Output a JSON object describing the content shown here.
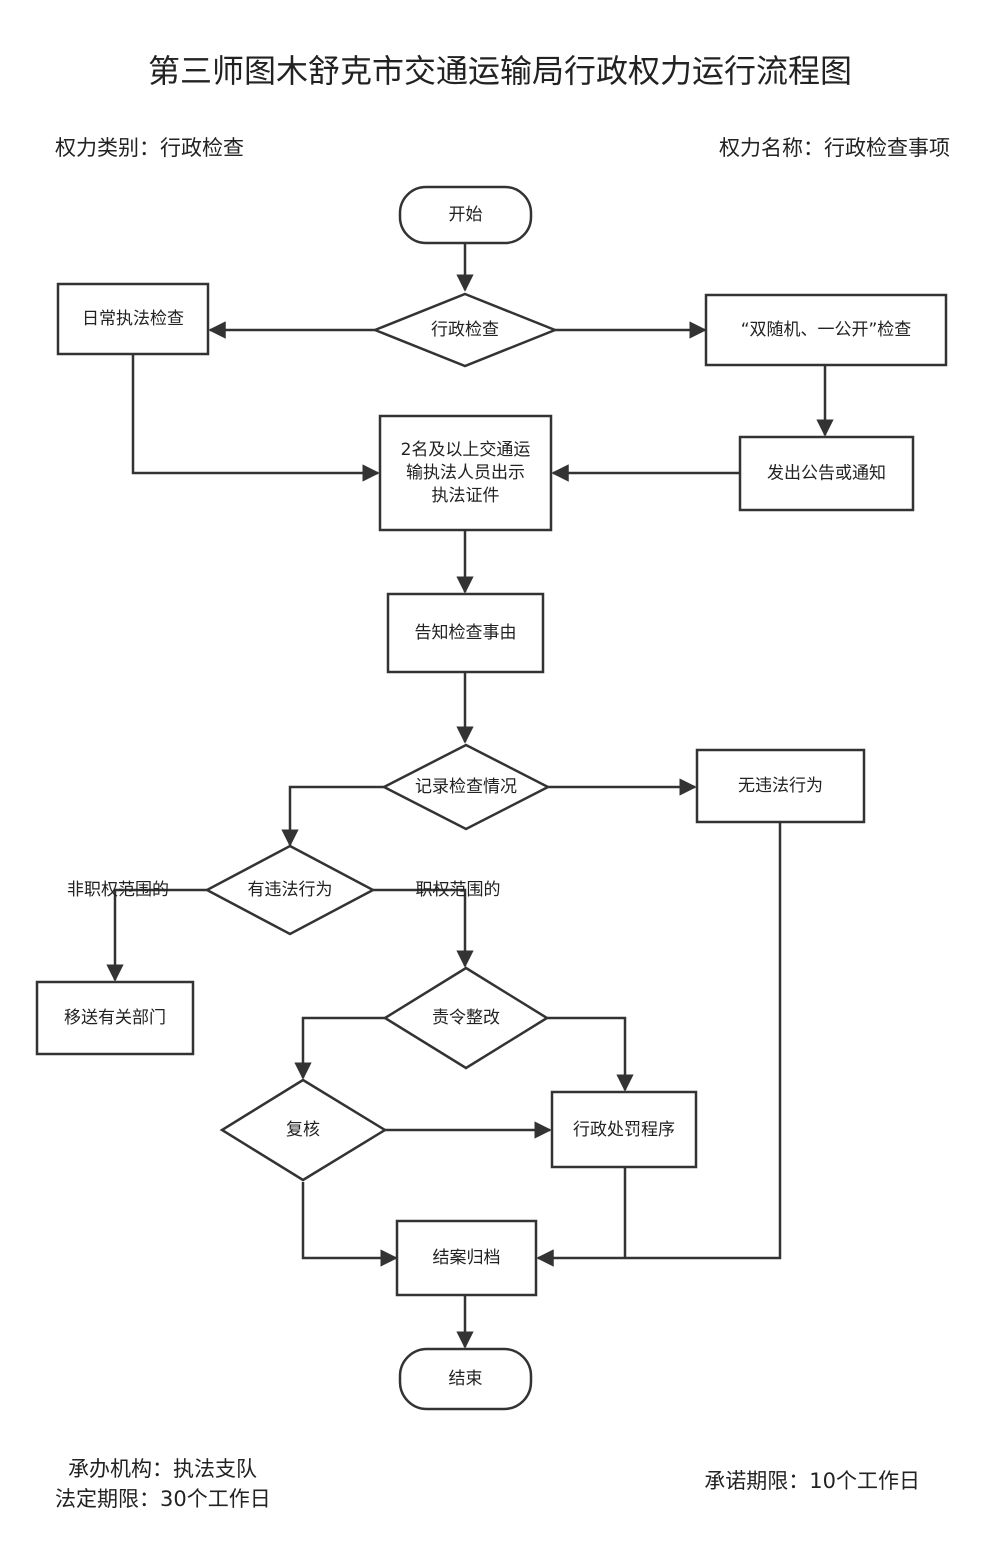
{
  "title": "第三师图木舒克市交通运输局行政权力运行流程图",
  "power_category": "权力类别：行政检查",
  "power_name": "权力名称：行政检查事项",
  "nodes": {
    "start": "开始",
    "admin_check": "行政检查",
    "daily_check": "日常执法检查",
    "random_check": "“双随机、一公开”检查",
    "issue_notice": "发出公告或通知",
    "show_id": [
      "2名及以上交通运",
      "输执法人员出示",
      "执法证件"
    ],
    "inform_reason": "告知检查事由",
    "record": "记录检查情况",
    "no_violation": "无违法行为",
    "has_violation": "有违法行为",
    "transfer": "移送有关部门",
    "rectify": "责令整改",
    "review": "复核",
    "penalty": "行政处罚程序",
    "archive": "结案归档",
    "end": "结束"
  },
  "edge_labels": {
    "outside_scope": "非职权范围的",
    "inside_scope": "职权范围的"
  },
  "footer": {
    "agency": "承办机构：执法支队",
    "legal_limit": "法定期限：30个工作日",
    "promised_limit": "承诺期限：10个工作日"
  },
  "colors": {
    "line": "#333333",
    "text": "#222222",
    "background": "#ffffff"
  }
}
